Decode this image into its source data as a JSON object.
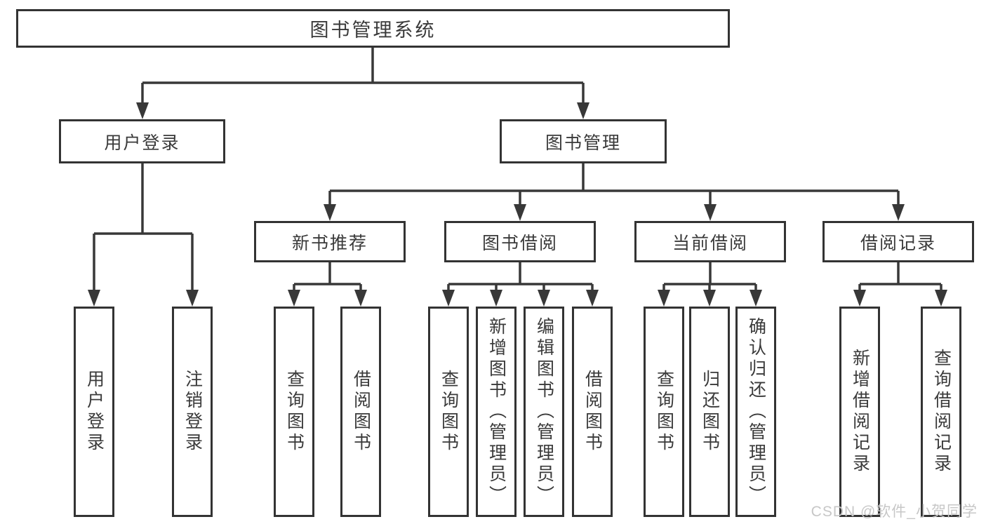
{
  "diagram": {
    "title_node": "图书管理系统",
    "level2": {
      "user_login": "用户登录",
      "book_management": "图书管理"
    },
    "level3": {
      "new_book_recommend": "新书推荐",
      "book_borrow": "图书借阅",
      "current_borrow": "当前借阅",
      "borrow_records": "借阅记录"
    },
    "leaves": {
      "user_login": [
        "用户登录",
        "注销登录"
      ],
      "new_book_recommend": [
        "查询图书",
        "借阅图书"
      ],
      "book_borrow": [
        "查询图书",
        "新增图书（管理员）",
        "编辑图书（管理员）",
        "借阅图书"
      ],
      "current_borrow": [
        "查询图书",
        "归还图书",
        "确认归还（管理员）"
      ],
      "borrow_records": [
        "新增借阅记录",
        "查询借阅记录"
      ]
    }
  },
  "watermark": "CSDN @软件_小贺同学",
  "colors": {
    "line": "#333333",
    "text": "#3a3a3a",
    "box_background": "#ffffff",
    "watermark": "#c7c7c7",
    "page_background": "#ffffff"
  }
}
